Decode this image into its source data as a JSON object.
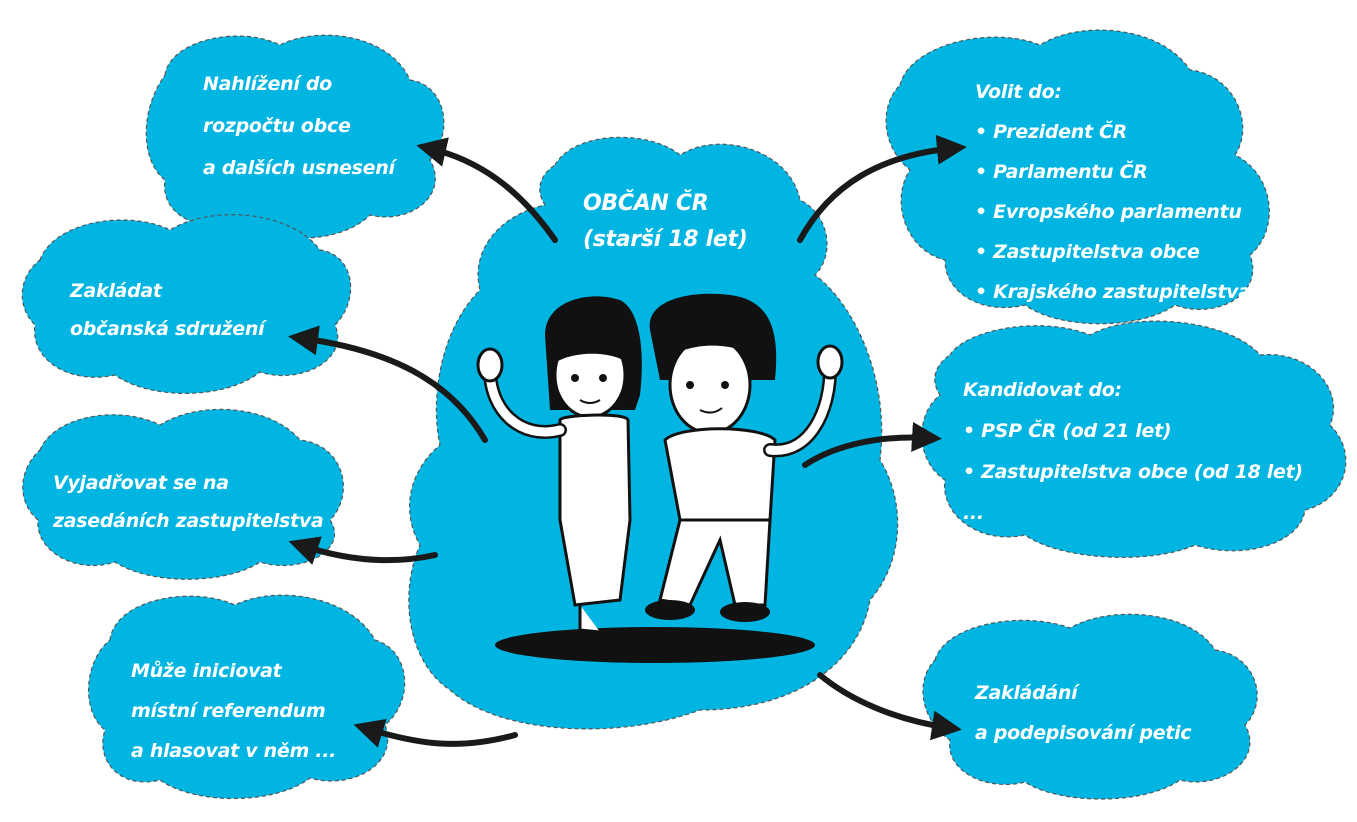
{
  "center": {
    "title": "OBČAN ČR",
    "subtitle": "(starší 18 let)"
  },
  "bubbles": {
    "nahlizeni": [
      "Nahlížení do",
      "rozpočtu obce",
      "a dalších usnesení"
    ],
    "sdruzeni": [
      "Zakládat",
      "občanská sdružení"
    ],
    "vyjadrovat": [
      "Vyjadřovat se na",
      "zasedáních zastupitelstva"
    ],
    "referendum": [
      "Může iniciovat",
      "místní referendum",
      "a hlasovat v něm ..."
    ],
    "volit": {
      "heading": "Volit do:",
      "items": [
        "• Prezident ČR",
        "• Parlamentu ČR",
        "• Evropského parlamentu",
        "• Zastupitelstva obce",
        "• Krajského zastupitelstva"
      ]
    },
    "kandidovat": {
      "heading": "Kandidovat do:",
      "items": [
        "• PSP ČR (od 21 let)",
        "• Zastupitelstva obce (od 18 let)",
        "..."
      ]
    },
    "petice": [
      "Zakládání",
      "a podepisování petic"
    ]
  },
  "colors": {
    "bubble": "#00b5e2",
    "arrow": "#1a1a1a",
    "text": "#ffffff"
  },
  "illustration": "two-citizens-figures"
}
